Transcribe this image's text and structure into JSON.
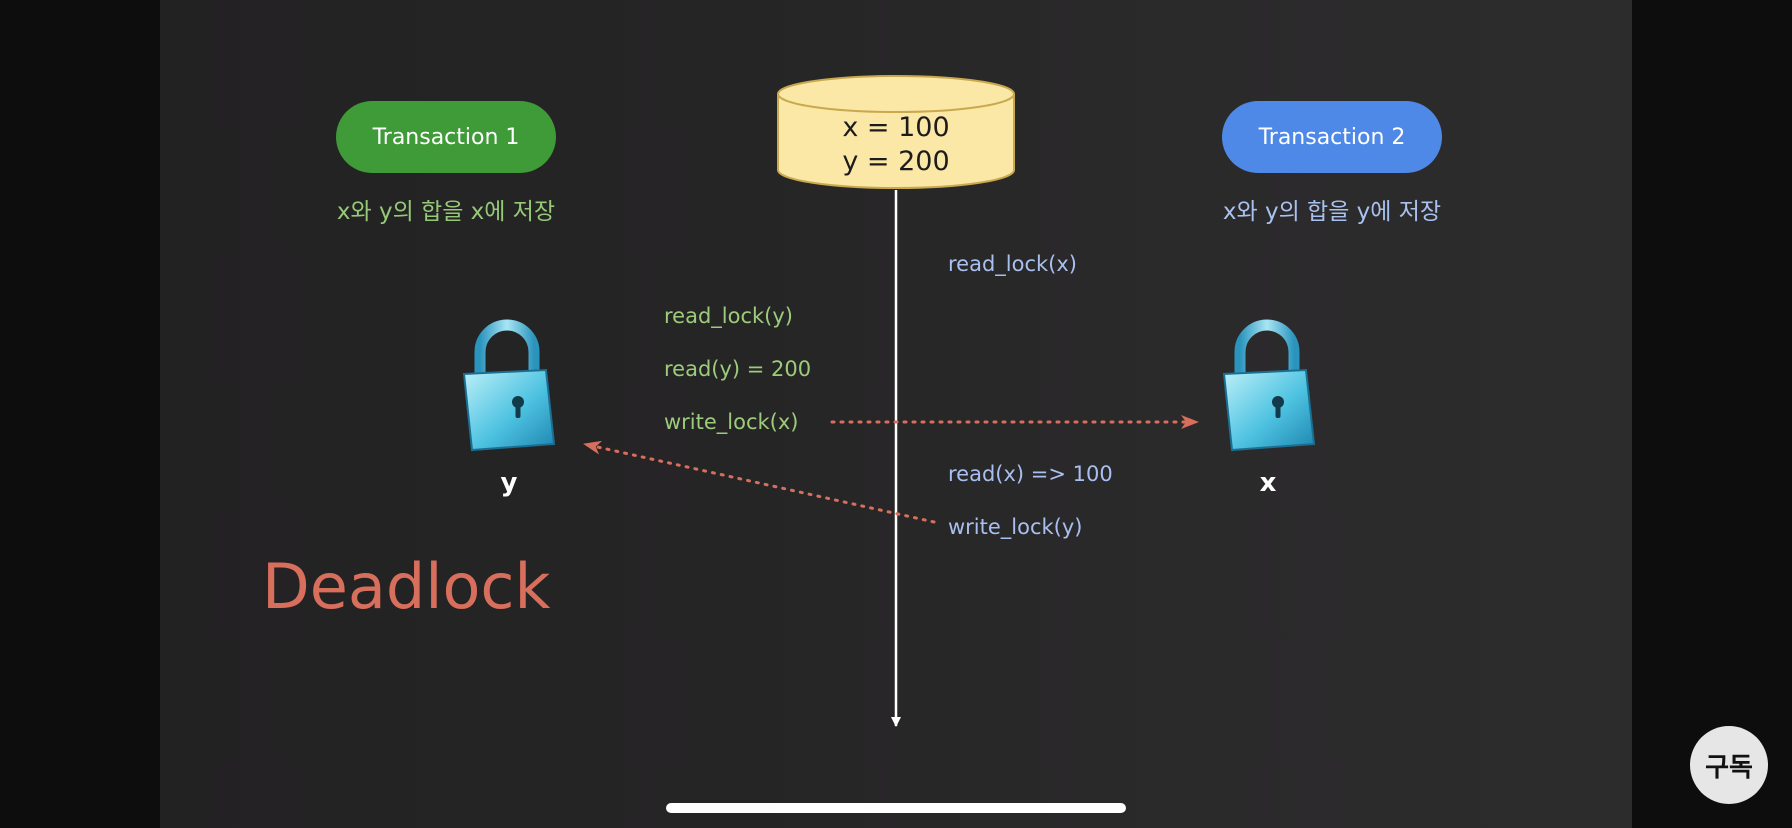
{
  "database": {
    "x_value": "x = 100",
    "y_value": "y = 200",
    "fill_color": "#fbe8a6"
  },
  "transaction1": {
    "label": "Transaction 1",
    "goal": "x와 y의 합을 x에 저장",
    "color": "#3f9a38",
    "operations": [
      "read_lock(y)",
      "read(y) = 200",
      "write_lock(x)"
    ]
  },
  "transaction2": {
    "label": "Transaction 2",
    "goal": "x와 y의 합을 y에 저장",
    "color": "#4f89e8",
    "operations": [
      "read_lock(x)",
      "read(x) => 100",
      "write_lock(y)"
    ]
  },
  "locks": {
    "left_label": "y",
    "right_label": "x",
    "icon": "padlock-icon"
  },
  "deadlock_label": "Deadlock",
  "subscribe_label": "구독",
  "arrow_color": "#d86e5c"
}
